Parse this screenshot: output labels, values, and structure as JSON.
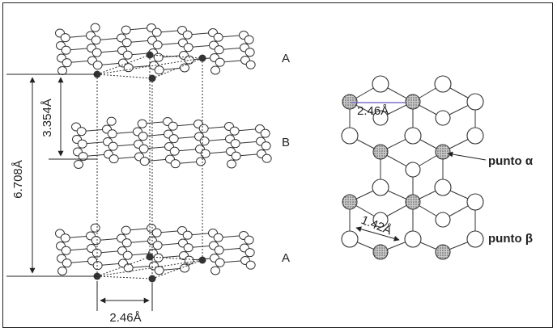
{
  "left_structure": {
    "layer_labels": [
      "A",
      "B",
      "A"
    ],
    "interlayer_distance": "3.354Å",
    "c_parameter": "6.708Å",
    "a_parameter": "2.46Å"
  },
  "right_structure": {
    "lattice_distance": "2.46Å",
    "bond_length": "1.42Å",
    "point_alpha_label": "punto α",
    "point_beta_label": "punto β"
  }
}
